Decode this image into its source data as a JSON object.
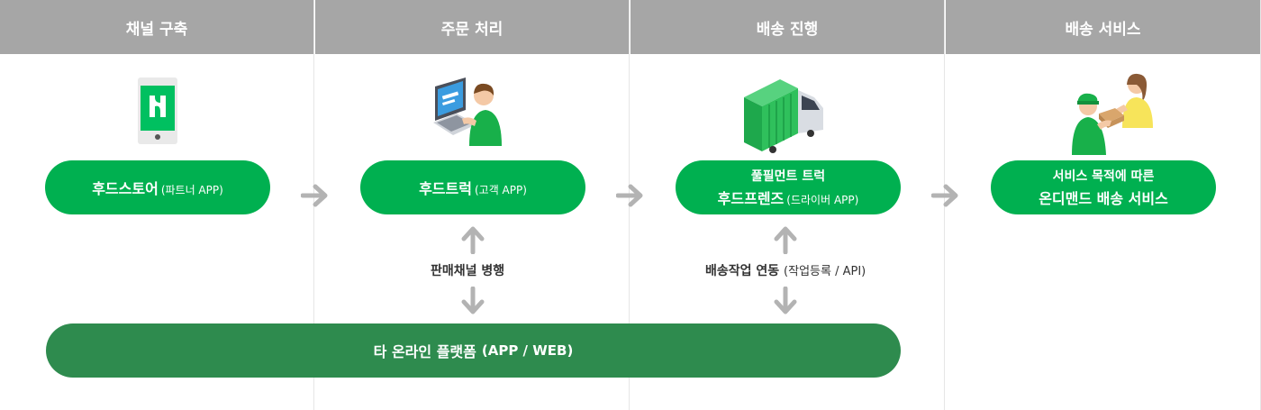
{
  "columns": [
    {
      "header": "채널 구축"
    },
    {
      "header": "주문 처리"
    },
    {
      "header": "배송 진행"
    },
    {
      "header": "배송 서비스"
    }
  ],
  "pills": {
    "store": {
      "main": "후드스토어",
      "sub": "(파트너 APP)"
    },
    "truck": {
      "main": "후드트럭",
      "sub": "(고객 APP)"
    },
    "friends": {
      "top": "풀필먼트 트럭",
      "main": "후드프렌즈",
      "sub": "(드라이버 APP)"
    },
    "service": {
      "top": "서비스 목적에 따른",
      "main": "온디맨드 배송 서비스"
    }
  },
  "links": {
    "sales": {
      "main": "판매채널 병행"
    },
    "delivery": {
      "main": "배송작업 연동",
      "sub": "(작업등록 / API)"
    }
  },
  "bottom": {
    "main": "타 온라인 플랫폼",
    "sub": "(APP / WEB)"
  },
  "icons": [
    "phone-app-icon",
    "computer-user-icon",
    "truck-icon",
    "delivery-handover-icon"
  ],
  "colors": {
    "header_gray": "#a6a6a6",
    "pill_green": "#00b050",
    "bar_dark_green": "#2e8b4e",
    "arrow_gray": "#b3b3b3"
  }
}
